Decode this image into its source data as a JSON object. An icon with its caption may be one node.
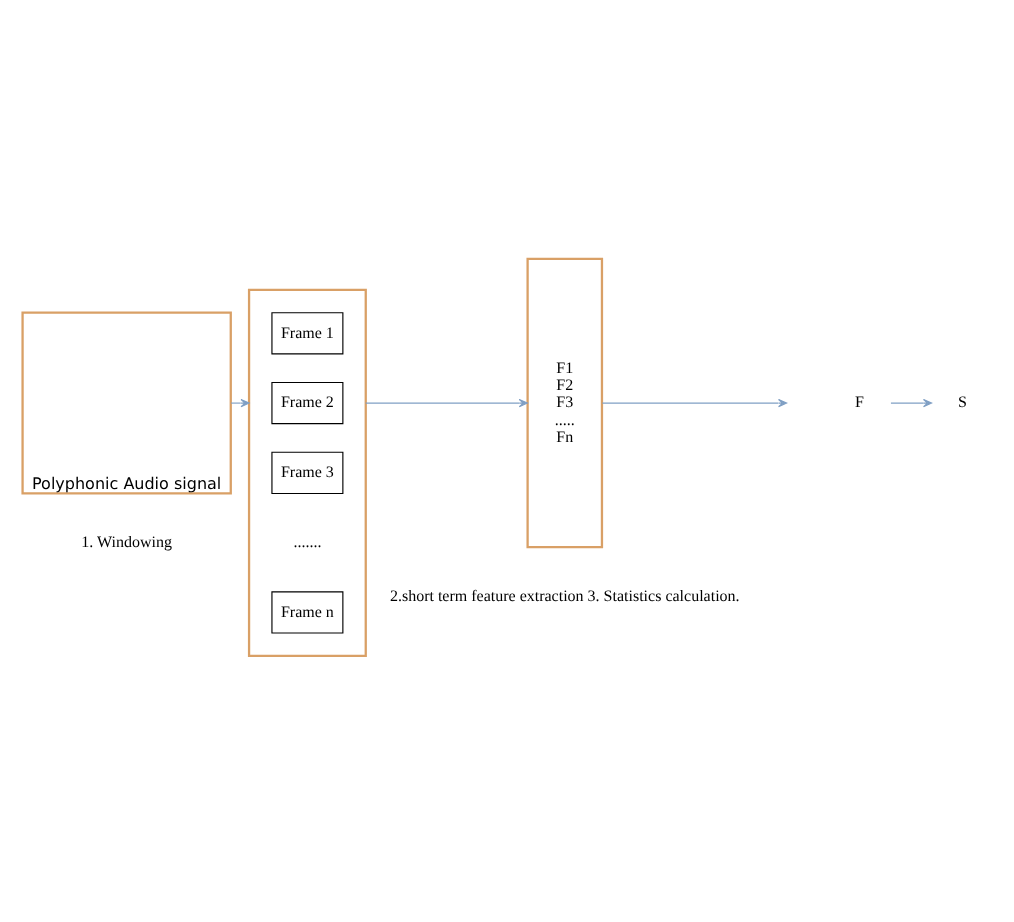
{
  "diagram": {
    "nodes": [
      {
        "text": [
          "Polyphonic Audio signal"
        ]
      },
      {
        "text": [],
        "shape": "box"
      },
      {
        "text": [
          "Frame 1"
        ],
        "in": 1
      },
      {
        "text": [
          "Frame 2"
        ],
        "in": 1
      },
      {
        "text": [
          "Frame 3"
        ],
        "in": 1
      },
      {
        "text": [
          "Frame n"
        ],
        "in": 1
      },
      {
        "text": [
          "F1",
          "F2",
          "F3",
          ".....",
          "Fn"
        ]
      },
      {
        "text": [
          "F"
        ]
      },
      {
        "text": [
          "S"
        ]
      }
    ],
    "edges": [
      {
        "from": 0,
        "to": 1,
        "arrow": "to"
      },
      {
        "from": 1,
        "to": 6,
        "arrow": "to"
      },
      {
        "from": 6,
        "to": null,
        "arrow": "to"
      },
      {
        "from": 7,
        "to": 8,
        "arrow": "to"
      }
    ],
    "labels": [
      ".......",
      "1. Windowing",
      "2.short term feature extraction 3. Statistics calculation."
    ]
  }
}
